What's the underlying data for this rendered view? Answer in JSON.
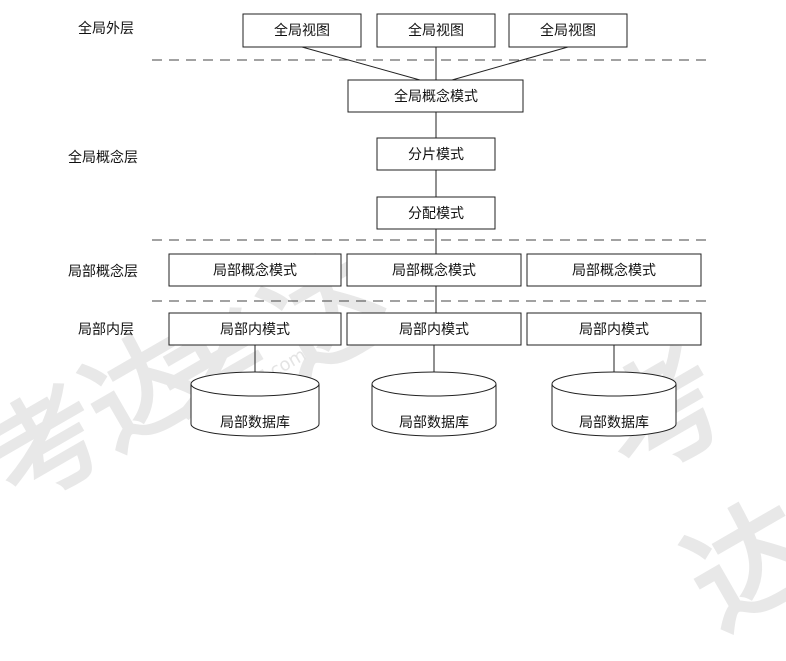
{
  "layers": {
    "global_external": "全局外层",
    "global_conceptual": "全局概念层",
    "local_conceptual": "局部概念层",
    "local_internal": "局部内层"
  },
  "global_views": [
    "全局视图",
    "全局视图",
    "全局视图"
  ],
  "global_conceptual_schema": "全局概念模式",
  "fragment_schema": "分片模式",
  "allocation_schema": "分配模式",
  "local_conceptual_schemas": [
    "局部概念模式",
    "局部概念模式",
    "局部概念模式"
  ],
  "local_internal_schemas": [
    "局部内模式",
    "局部内模式",
    "局部内模式"
  ],
  "local_databases": [
    "局部数据库",
    "局部数据库",
    "局部数据库"
  ],
  "watermark": {
    "text": "考达",
    "url_text": "kaodaren.com"
  }
}
